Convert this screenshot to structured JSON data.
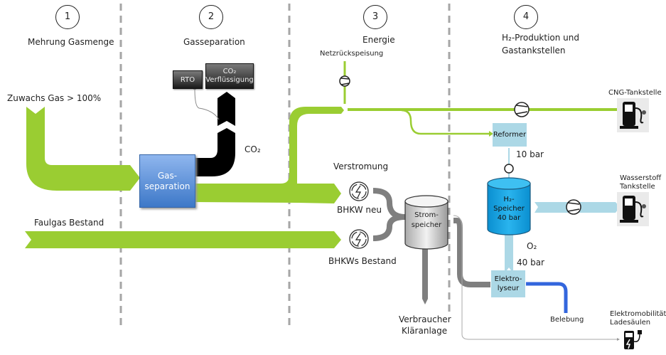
{
  "sections": [
    {
      "number": "1",
      "title": "Mehrung Gasmenge"
    },
    {
      "number": "2",
      "title": "Gasseparation"
    },
    {
      "number": "3",
      "title": "Energie"
    },
    {
      "number": "4",
      "title_line1": "H₂-Produktion und",
      "title_line2": "Gastankstellen"
    }
  ],
  "labels": {
    "zuwachs": "Zuwachs Gas > 100%",
    "faulgas": "Faulgas Bestand",
    "co2": "CO₂",
    "netz": "Netzrückspeisung",
    "verstromung": "Verstromung",
    "bhkw_neu": "BHKW neu",
    "bhkw_bestand": "BHKWs Bestand",
    "verbraucher_1": "Verbraucher",
    "verbraucher_2": "Kläranlage",
    "bar10": "10 bar",
    "o2": "O₂",
    "bar40": "40 bar",
    "belebung": "Belebung",
    "cng": "CNG-Tankstelle",
    "h2_station_1": "Wasserstoff",
    "h2_station_2": "Tankstelle",
    "emob_1": "Elektromobilität",
    "emob_2": "Ladesäulen"
  },
  "boxes": {
    "rto": "RTO",
    "co2_liq_1": "CO₂",
    "co2_liq_2": "Verflüssigung",
    "gassep_1": "Gas-",
    "gassep_2": "separation",
    "reformer": "Reformer",
    "h2_speicher_1": "H₂-",
    "h2_speicher_2": "Speicher",
    "h2_speicher_3": "40 bar",
    "strom_1": "Strom-",
    "strom_2": "speicher",
    "elektro_1": "Elektro-",
    "elektro_2": "lyseur"
  },
  "colors": {
    "gas": "#9acd32",
    "co2": "#000000",
    "power": "#7f7f7f",
    "hydrogen": "#acd8e6",
    "oxygen": "#3366dd",
    "divider": "#a6a6a6"
  }
}
